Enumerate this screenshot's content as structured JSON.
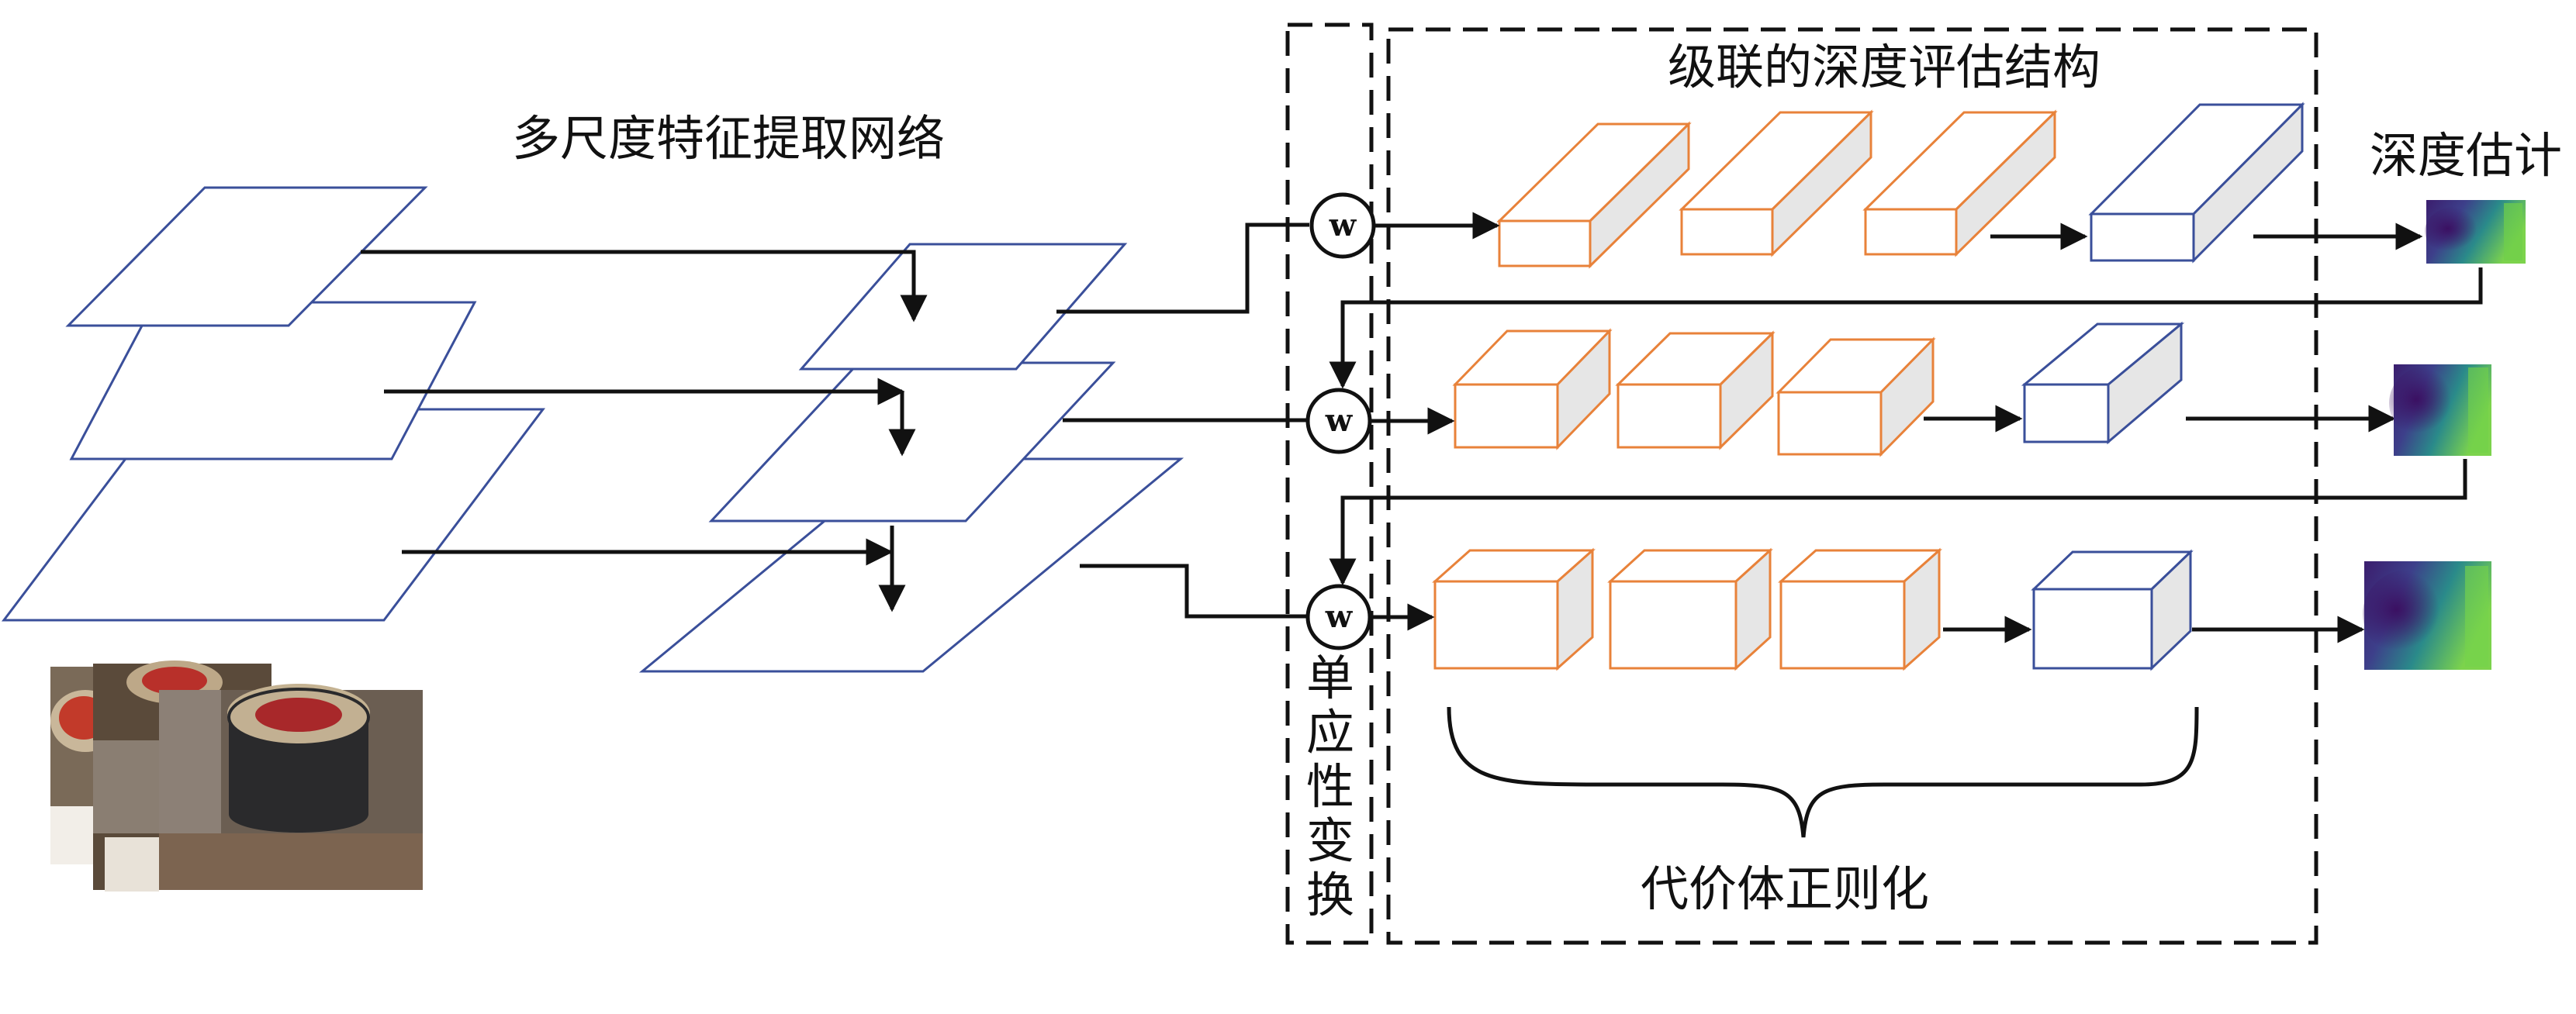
{
  "labels": {
    "feature_network": "多尺度特征提取网络",
    "cascade_structure": "级联的深度评估结构",
    "depth_estimation": "深度估计",
    "homography": "单应性变换",
    "cost_volume_regularization": "代价体正则化",
    "warp_symbol": "w"
  },
  "colors": {
    "plane_stroke": "#3a4f9a",
    "cube_orange": "#e8823a",
    "cube_blue": "#3a4f9a",
    "cube_side": "#e6e6e6",
    "depth_dark": "#3b1e6e",
    "depth_mid": "#2a8a8a",
    "depth_light": "#7cd34c"
  },
  "stages": [
    {
      "regularization_blocks": 3,
      "warp": "w"
    },
    {
      "regularization_blocks": 3,
      "warp": "w"
    },
    {
      "regularization_blocks": 3,
      "warp": "w"
    }
  ]
}
